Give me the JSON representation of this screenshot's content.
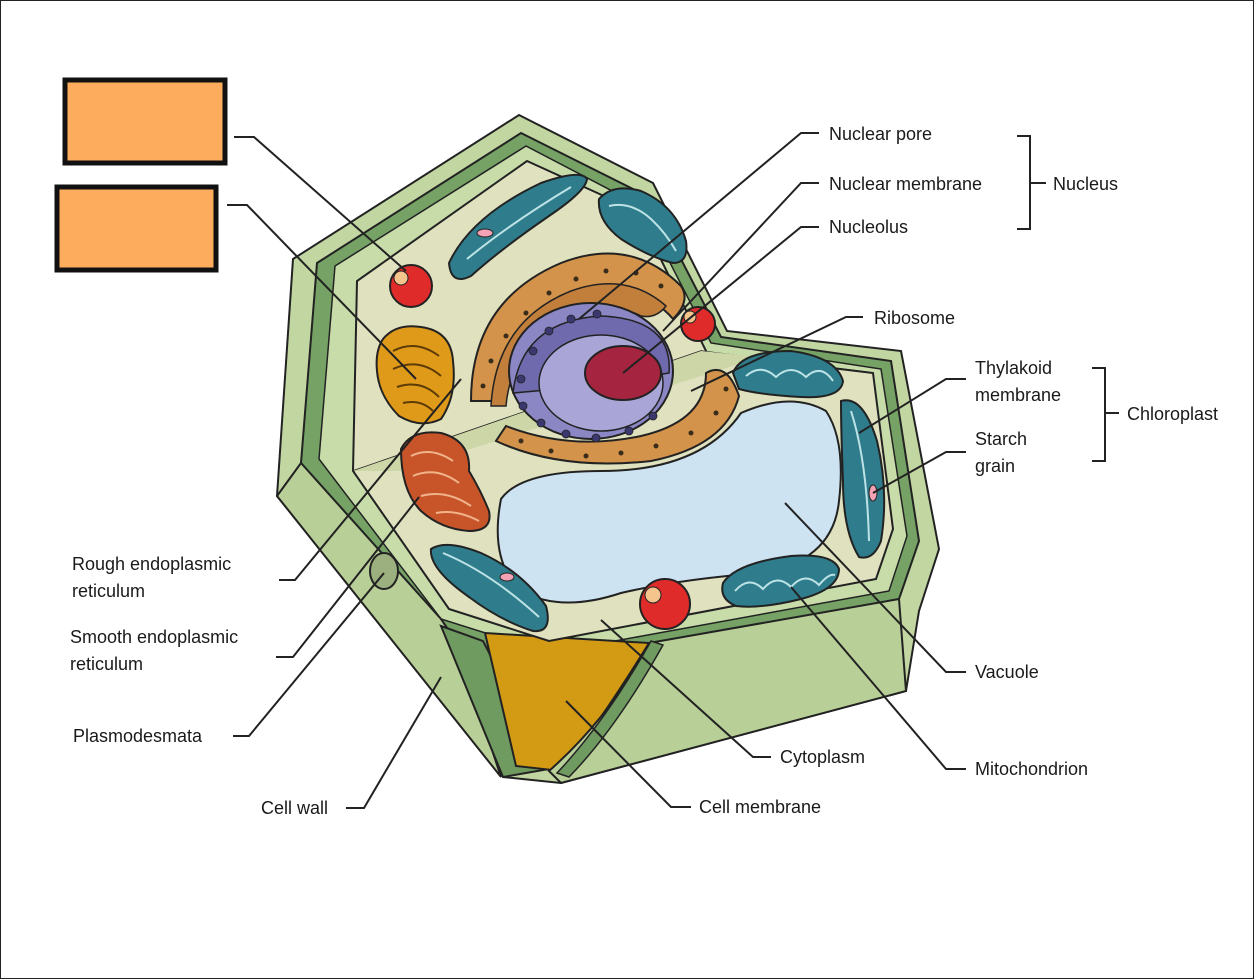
{
  "labels": {
    "nuclear_pore": "Nuclear pore",
    "nuclear_membrane": "Nuclear membrane",
    "nucleolus": "Nucleolus",
    "nucleus": "Nucleus",
    "ribosome": "Ribosome",
    "thylakoid_1": "Thylakoid",
    "thylakoid_2": "membrane",
    "chloroplast": "Chloroplast",
    "starch_1": "Starch",
    "starch_2": "grain",
    "rough_er_1": "Rough endoplasmic",
    "rough_er_2": "reticulum",
    "smooth_er_1": "Smooth endoplasmic",
    "smooth_er_2": "reticulum",
    "plasmodesmata": "Plasmodesmata",
    "cell_wall": "Cell wall",
    "cell_membrane": "Cell membrane",
    "cytoplasm": "Cytoplasm",
    "vacuole": "Vacuole",
    "mitochondrion": "Mitochondrion"
  },
  "answer_boxes": [
    {
      "text": ""
    },
    {
      "text": ""
    }
  ],
  "colors": {
    "answer_box": "#fdab5c",
    "cell_wall": "#c2d6a2",
    "cell_wall_dark": "#6f9a60",
    "cytoplasm": "#dde0bd",
    "vacuole": "#cde3f2",
    "nucleus": "#8b86c4",
    "nucleolus": "#a5243f",
    "chloroplast": "#2f7d8c",
    "golgi": "#e09a1a",
    "er": "#d3934b",
    "smooth_er": "#c8552a",
    "lysosome": "#e02b2b"
  }
}
